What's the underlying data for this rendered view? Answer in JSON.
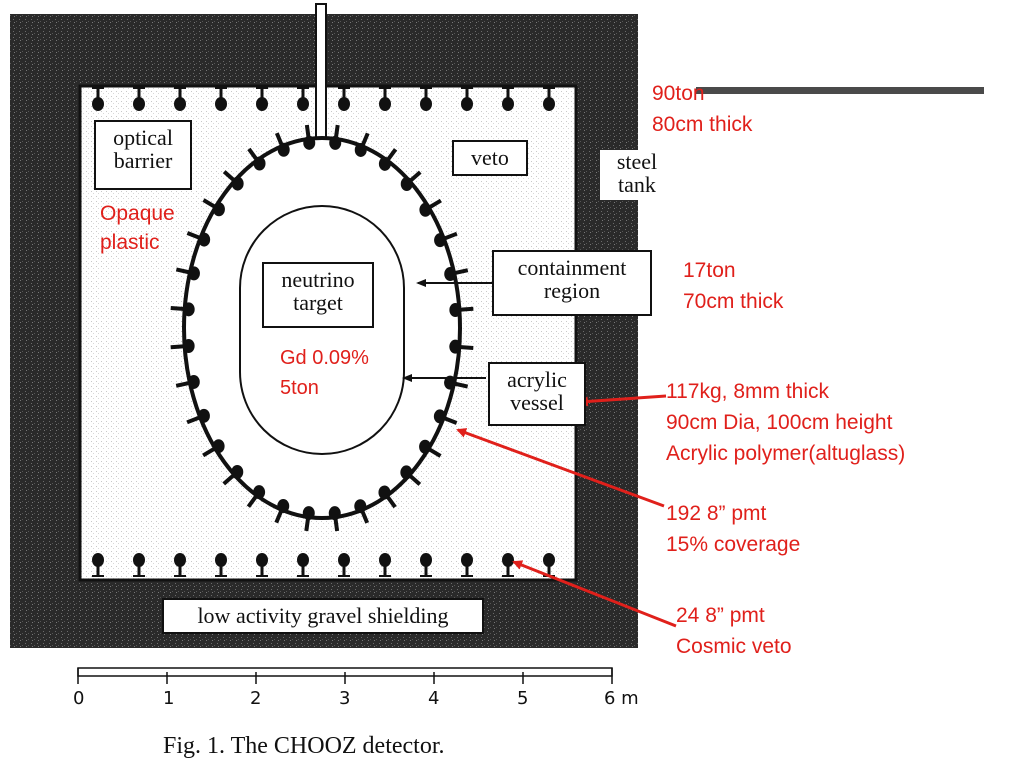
{
  "diagram": {
    "labels": {
      "optical_barrier": [
        "optical",
        "barrier"
      ],
      "veto": "veto",
      "steel_tank": [
        "steel",
        "tank"
      ],
      "neutrino_target": [
        "neutrino",
        "target"
      ],
      "containment_region": [
        "containment",
        "region"
      ],
      "acrylic_vessel": [
        "acrylic",
        "vessel"
      ],
      "gravel_shielding": "low activity gravel shielding"
    },
    "scale": {
      "ticks": [
        "0",
        "1",
        "2",
        "3",
        "4",
        "5",
        "6 m"
      ]
    },
    "caption": "Fig. 1. The CHOOZ detector."
  },
  "annotations": {
    "opaque_plastic": [
      "Opaque",
      "plastic"
    ],
    "gd": [
      "Gd 0.09%",
      "5ton"
    ],
    "veto_region": [
      "90ton",
      "80cm thick"
    ],
    "containment": [
      "17ton",
      "70cm thick"
    ],
    "vessel": [
      "117kg, 8mm thick",
      "90cm Dia, 100cm height",
      "Acrylic polymer(altuglass)"
    ],
    "inner_pmt": [
      "192 8” pmt",
      "15% coverage"
    ],
    "veto_pmt": [
      "24 8” pmt",
      "Cosmic veto"
    ]
  },
  "colors": {
    "annotation": "#e0201b",
    "arrow": "#e0201b",
    "shielding": "#2b2b2b"
  }
}
